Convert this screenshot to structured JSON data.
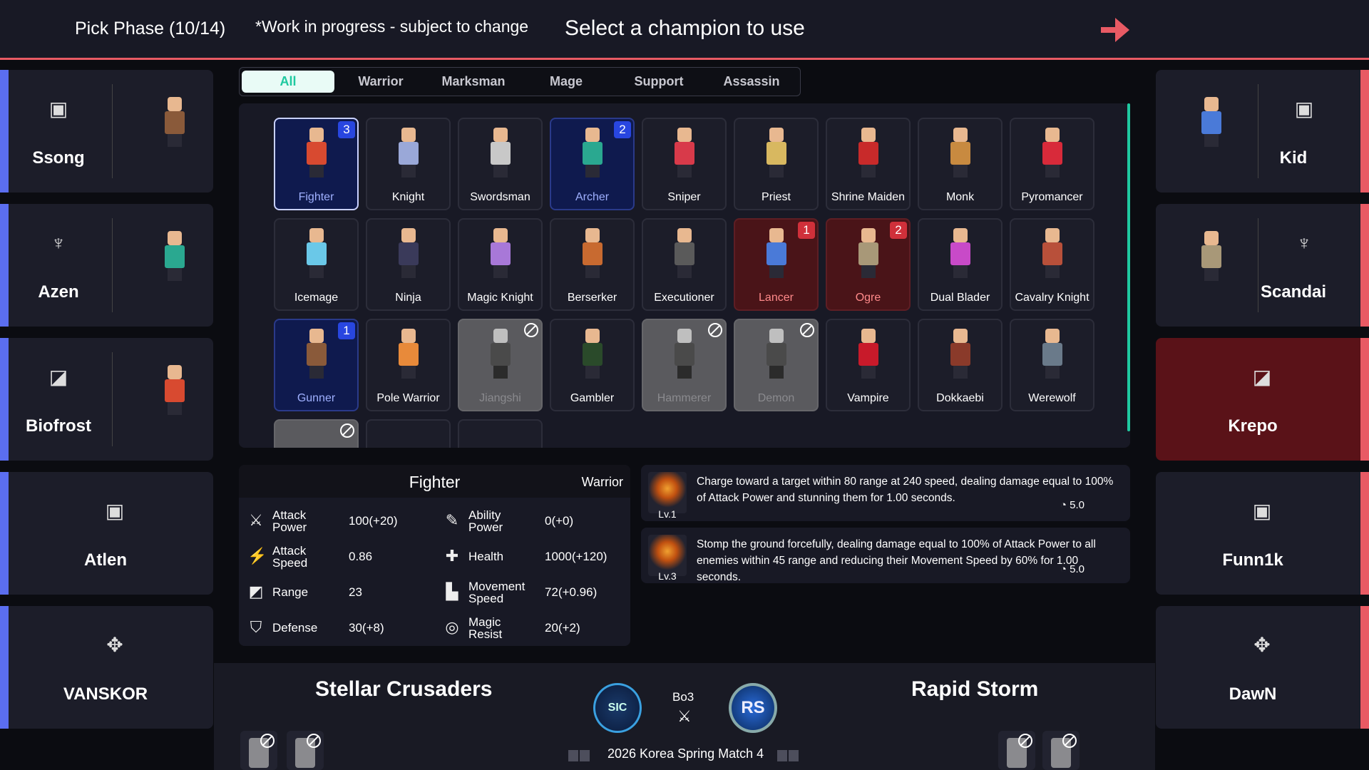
{
  "header": {
    "phase": "Pick Phase (10/14)",
    "notice": "*Work in progress - subject to change",
    "prompt": "Select a champion to use",
    "next_icon": "arrow-right-icon",
    "accent": "#e85a64"
  },
  "blue_team": {
    "players": [
      {
        "name": "Ssong",
        "role_icon": "top-lane-icon",
        "champion": "Gunner"
      },
      {
        "name": "Azen",
        "role_icon": "jungle-icon",
        "champion": "Archer"
      },
      {
        "name": "Biofrost",
        "role_icon": "bot-lane-icon",
        "champion": "Fighter"
      },
      {
        "name": "Atlen",
        "role_icon": "top-lane-icon",
        "champion": ""
      },
      {
        "name": "VANSKOR",
        "role_icon": "support-icon",
        "champion": ""
      }
    ]
  },
  "red_team": {
    "players": [
      {
        "name": "Kid",
        "role_icon": "top-lane-icon",
        "champion": "Lancer"
      },
      {
        "name": "Scandai",
        "role_icon": "jungle-icon",
        "champion": "Ogre"
      },
      {
        "name": "Krepo",
        "role_icon": "bot-lane-icon",
        "champion": "",
        "active": true
      },
      {
        "name": "Funn1k",
        "role_icon": "top-lane-icon",
        "champion": ""
      },
      {
        "name": "DawN",
        "role_icon": "support-icon",
        "champion": ""
      }
    ]
  },
  "tabs": [
    "All",
    "Warrior",
    "Marksman",
    "Mage",
    "Support",
    "Assassin"
  ],
  "active_tab": "All",
  "champions": [
    {
      "name": "Fighter",
      "state": "mine",
      "badge": "3",
      "selected": true,
      "color": "#d84a30"
    },
    {
      "name": "Knight",
      "state": "",
      "color": "#9aa8d8"
    },
    {
      "name": "Swordsman",
      "state": "",
      "color": "#c8c8c8"
    },
    {
      "name": "Archer",
      "state": "mine",
      "badge": "2",
      "color": "#2aa890"
    },
    {
      "name": "Sniper",
      "state": "",
      "color": "#d83a4a"
    },
    {
      "name": "Priest",
      "state": "",
      "color": "#d8b860"
    },
    {
      "name": "Shrine Maiden",
      "state": "",
      "color": "#c82a2a"
    },
    {
      "name": "Monk",
      "state": "",
      "color": "#c88a40"
    },
    {
      "name": "Pyromancer",
      "state": "",
      "color": "#d82a3a"
    },
    {
      "name": "Icemage",
      "state": "",
      "color": "#6ac8e8"
    },
    {
      "name": "Ninja",
      "state": "",
      "color": "#3a3a5a"
    },
    {
      "name": "Magic Knight",
      "state": "",
      "color": "#a878d8"
    },
    {
      "name": "Berserker",
      "state": "",
      "color": "#c86a30"
    },
    {
      "name": "Executioner",
      "state": "",
      "color": "#5a5a5a"
    },
    {
      "name": "Lancer",
      "state": "theirs",
      "badge": "1",
      "color": "#4a7ad8"
    },
    {
      "name": "Ogre",
      "state": "theirs",
      "badge": "2",
      "color": "#a89878"
    },
    {
      "name": "Dual Blader",
      "state": "",
      "color": "#c84ac8"
    },
    {
      "name": "Cavalry Knight",
      "state": "",
      "color": "#b8503a"
    },
    {
      "name": "Gunner",
      "state": "mine",
      "badge": "1",
      "color": "#8a5a3a"
    },
    {
      "name": "Pole Warrior",
      "state": "",
      "color": "#e88a3a"
    },
    {
      "name": "Jiangshi",
      "state": "banned",
      "color": "#3a3a3a"
    },
    {
      "name": "Gambler",
      "state": "",
      "color": "#2a4a2a"
    },
    {
      "name": "Hammerer",
      "state": "banned",
      "color": "#3a3a3a"
    },
    {
      "name": "Demon",
      "state": "banned",
      "color": "#3a3a3a"
    },
    {
      "name": "Vampire",
      "state": "",
      "color": "#c81a2a"
    },
    {
      "name": "Dokkaebi",
      "state": "",
      "color": "#8a3a2a"
    },
    {
      "name": "Werewolf",
      "state": "",
      "color": "#6a7a8a"
    }
  ],
  "details": {
    "name": "Fighter",
    "class": "Warrior",
    "stats": [
      {
        "label": "Attack Power",
        "value": "100(+20)",
        "icon": "sword-icon"
      },
      {
        "label": "Ability Power",
        "value": "0(+0)",
        "icon": "wand-icon"
      },
      {
        "label": "Attack Speed",
        "value": "0.86",
        "icon": "attack-speed-icon"
      },
      {
        "label": "Health",
        "value": "1000(+120)",
        "icon": "health-cross-icon"
      },
      {
        "label": "Range",
        "value": "23",
        "icon": "range-icon"
      },
      {
        "label": "Movement Speed",
        "value": "72(+0.96)",
        "icon": "boot-icon"
      },
      {
        "label": "Defense",
        "value": "30(+8)",
        "icon": "shield-icon"
      },
      {
        "label": "Magic Resist",
        "value": "20(+2)",
        "icon": "magic-resist-icon"
      }
    ],
    "skills": [
      {
        "level": "Lv.1",
        "text": "Charge toward a target within 80 range at 240 speed, dealing damage equal to 100% of Attack Power and stunning them for 1.00 seconds.",
        "cooldown": "5.0"
      },
      {
        "level": "Lv.3",
        "text": "Stomp the ground forcefully, dealing damage equal to 100% of Attack Power to all enemies within 45 range and reducing their Movement Speed by 60% for 1.00 seconds.",
        "cooldown": "5.0"
      }
    ]
  },
  "match": {
    "team_left": "Stellar Crusaders",
    "team_right": "Rapid Storm",
    "left_logo_text": "SIC",
    "right_logo_text": "RS",
    "format": "Bo3",
    "title": "2026 Korea Spring Match 4",
    "left_bans": [
      "Jiangshi",
      "Demon"
    ],
    "right_bans": [
      "Hammerer",
      "Jiangshi"
    ]
  }
}
